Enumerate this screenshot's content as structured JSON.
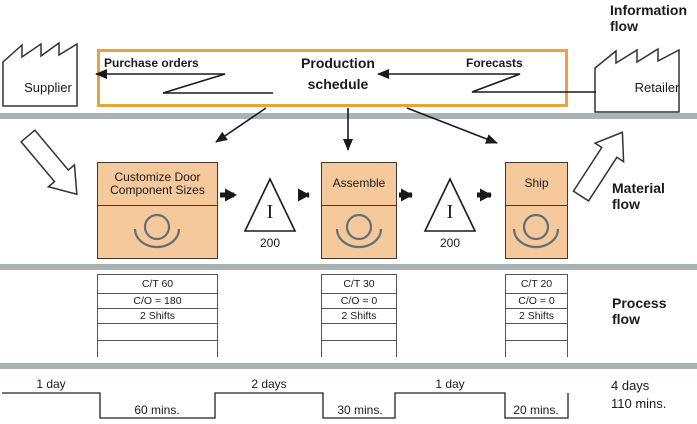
{
  "flows": {
    "information": "Information flow",
    "material": "Material flow",
    "process": "Process flow"
  },
  "external_sources": {
    "supplier": "Supplier",
    "retailer": "Retailer"
  },
  "information_flow": {
    "schedule_title_line1": "Production",
    "schedule_title_line2": "schedule",
    "purchase_orders_label": "Purchase orders",
    "forecasts_label": "Forecasts"
  },
  "processes": [
    {
      "name": "Customize Door Component Sizes",
      "data": [
        "C/T 60",
        "C/O = 180",
        "2 Shifts"
      ]
    },
    {
      "name": "Assemble",
      "data": [
        "C/T 30",
        "C/O = 0",
        "2 Shifts"
      ]
    },
    {
      "name": "Ship",
      "data": [
        "C/T 20",
        "C/O = 0",
        "2 Shifts"
      ]
    }
  ],
  "inventories": [
    {
      "symbol": "I",
      "quantity": "200"
    },
    {
      "symbol": "I",
      "quantity": "200"
    }
  ],
  "timeline": {
    "lead_times": [
      "1 day",
      "2 days",
      "1 day"
    ],
    "process_times": [
      "60 mins.",
      "30 mins.",
      "20 mins."
    ],
    "total_lead_time": "4 days",
    "total_process_time": "110 mins."
  },
  "colors": {
    "accent_orange": "#E9A240",
    "process_box_fill": "#F5C99B",
    "divider_gray": "#A9B3B6",
    "operator_gray": "#5F7078"
  }
}
